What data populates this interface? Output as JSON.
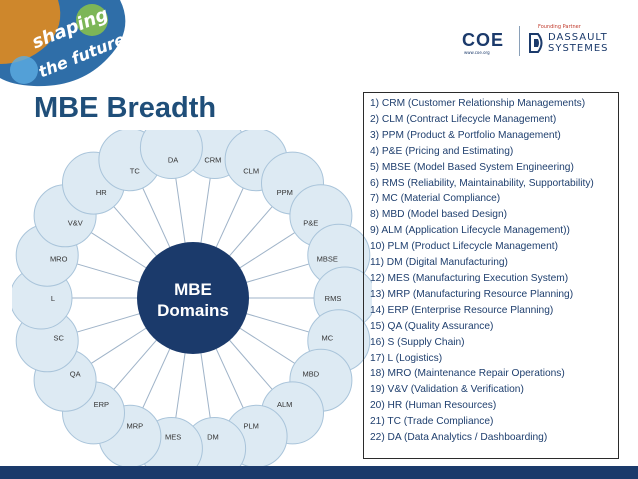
{
  "header": {
    "badge": {
      "line1": "shaping",
      "line2": "the future"
    },
    "logos": {
      "coe_text": "COE",
      "coe_subtext": "www.coe.org",
      "partner_label": "Founding Partner",
      "dassault_line1": "DASSAULT",
      "dassault_line2": "SYSTEMES"
    }
  },
  "title": "MBE Breadth",
  "diagram": {
    "center_line1": "MBE",
    "center_line2": "Domains",
    "domains": [
      "CRM",
      "CLM",
      "PPM",
      "P&E",
      "MBSE",
      "RMS",
      "MC",
      "MBD",
      "ALM",
      "PLM",
      "DM",
      "MES",
      "MRP",
      "ERP",
      "QA",
      "SC",
      "L",
      "MRO",
      "V&V",
      "HR",
      "TC",
      "DA"
    ]
  },
  "legend": [
    "1) CRM (Customer Relationship Managements)",
    "2) CLM (Contract Lifecycle Management)",
    "3) PPM (Product & Portfolio Management)",
    "4) P&E (Pricing and Estimating)",
    "5) MBSE (Model Based System Engineering)",
    "6) RMS (Reliability, Maintainability, Supportability)",
    "7) MC (Material Compliance)",
    "8) MBD (Model based Design)",
    "9) ALM (Application Lifecycle Management))",
    "10) PLM (Product Lifecycle Management)",
    "11) DM (Digital Manufacturing)",
    "12) MES (Manufacturing Execution System)",
    "13) MRP  (Manufacturing Resource Planning)",
    "14) ERP (Enterprise Resource Planning)",
    "15) QA (Quality Assurance)",
    "16) S (Supply Chain)",
    "17) L (Logistics)",
    "18) MRO (Maintenance Repair Operations)",
    "19) V&V (Validation & Verification)",
    "20) HR (Human Resources)",
    "21) TC (Trade Compliance)",
    "22) DA (Data Analytics / Dashboarding)"
  ],
  "colors": {
    "title": "#1f4e79",
    "center_fill": "#1b3a6b",
    "center_text": "#ffffff",
    "petal_fill": "#ddeaf3",
    "petal_stroke": "#a9c4da",
    "spoke": "#9fb3c8",
    "legend_text": "#1f3f6e",
    "bottom_bar": "#1b3a6b"
  }
}
